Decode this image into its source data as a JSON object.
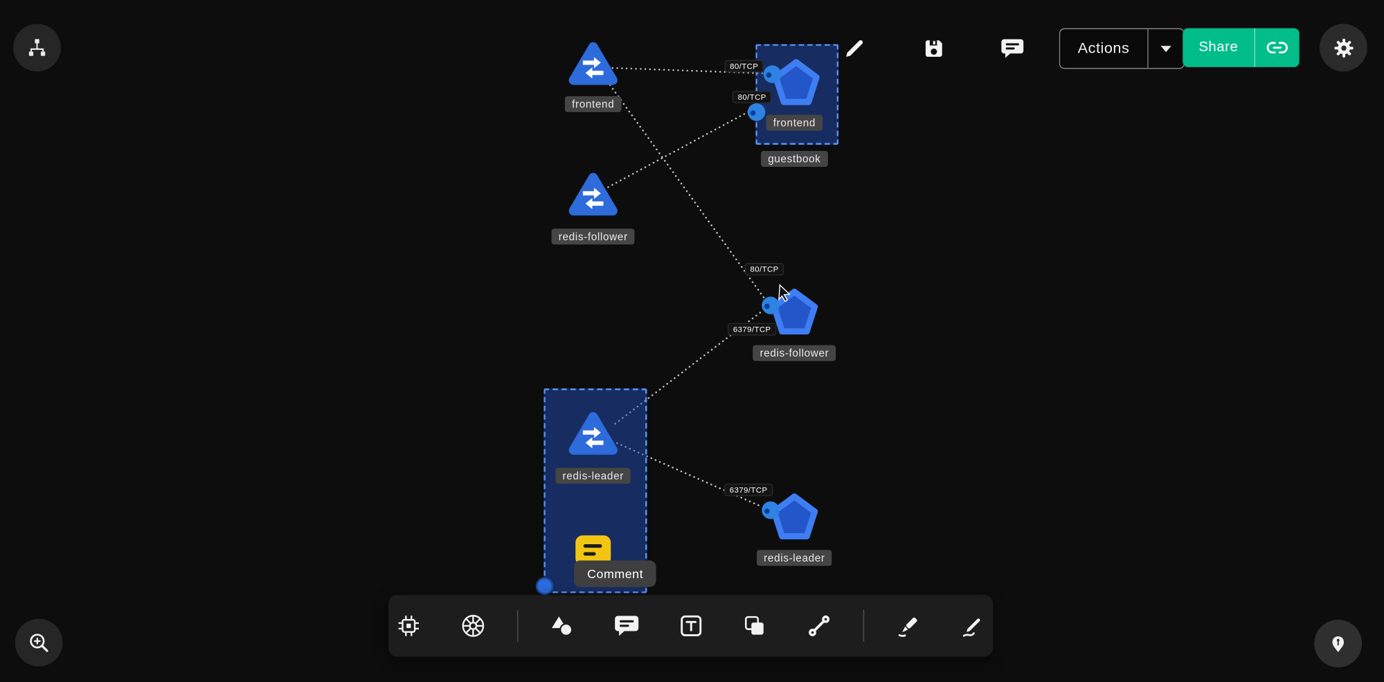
{
  "colors": {
    "background": "#0d0d0d",
    "node_blue": "#2e6bdb",
    "pentagon_fill": "#2356c8",
    "pentagon_stroke": "#3f7df2",
    "selection_border": "#5b93f5",
    "share_green": "#00bd8a",
    "note_yellow": "#f2c513",
    "chip_bg": "#454545"
  },
  "topbar": {
    "actions_label": "Actions",
    "share_label": "Share"
  },
  "tooltip_label": "Comment",
  "diagram": {
    "services": {
      "frontend": {
        "label": "frontend"
      },
      "redis_follower": {
        "label": "redis-follower"
      },
      "redis_leader": {
        "label": "redis-leader"
      }
    },
    "pods": {
      "frontend": {
        "label": "frontend"
      },
      "redis_follower": {
        "label": "redis-follower"
      },
      "redis_leader": {
        "label": "redis-leader"
      }
    },
    "groups": {
      "guestbook": {
        "label": "guestbook"
      }
    },
    "edges": {
      "e1": {
        "label": "80/TCP"
      },
      "e2": {
        "label": "80/TCP"
      },
      "e3": {
        "label": "80/TCP"
      },
      "e4": {
        "label": "6379/TCP"
      },
      "e5": {
        "label": "6379/TCP"
      }
    }
  },
  "tools": {
    "text_glyph": "T"
  },
  "icons": {
    "top_left": "sitemap-icon",
    "top_right": [
      "pencil-icon",
      "save-icon",
      "comment-icon",
      "caret-down-icon",
      "link-icon",
      "gear-icon"
    ],
    "toolbar": [
      "chip-icon",
      "kubernetes-icon",
      "shapes-icon",
      "comment-icon",
      "text-icon",
      "note-icon",
      "connector-icon",
      "marker-icon",
      "pencil-scribble-icon"
    ],
    "bottom": [
      "zoom-in-icon",
      "pen-nib-icon"
    ]
  }
}
